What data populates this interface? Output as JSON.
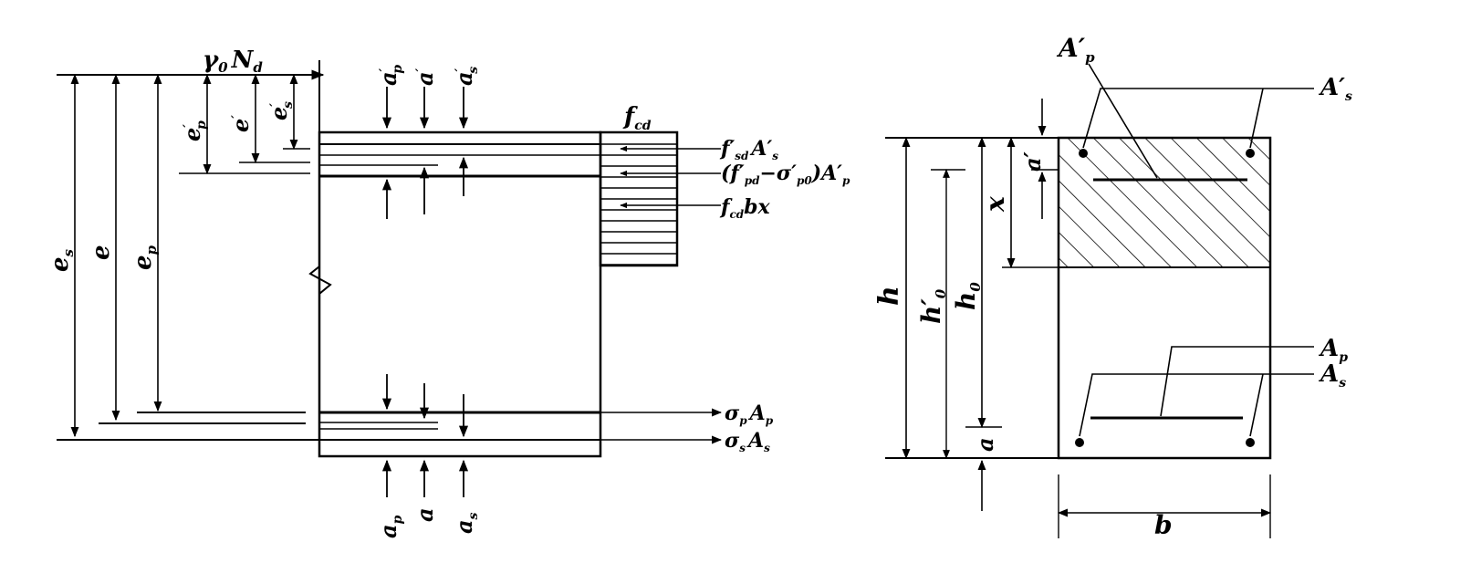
{
  "left_diagram": {
    "top_force": {
      "main": "γ",
      "sub1": "0",
      "main2": "N",
      "sub2": "d"
    },
    "dims": {
      "es": {
        "main": "e",
        "sub": "s"
      },
      "e": {
        "main": "e",
        "sub": ""
      },
      "ep": {
        "main": "e",
        "sub": "p"
      },
      "ep_prime": {
        "main": "e",
        "sub": "p",
        "prime": "′"
      },
      "e_prime": {
        "main": "e",
        "sub": "",
        "prime": "′"
      },
      "es_prime": {
        "main": "e",
        "sub": "s",
        "prime": "′"
      }
    },
    "top_cover": {
      "ap_prime": {
        "main": "a",
        "sub": "p",
        "prime": "′"
      },
      "a_prime": {
        "main": "a",
        "sub": "",
        "prime": "′"
      },
      "as_prime": {
        "main": "a",
        "sub": "s",
        "prime": "′"
      }
    },
    "bottom_cover": {
      "ap": {
        "main": "a",
        "sub": "p"
      },
      "a": {
        "main": "a",
        "sub": ""
      },
      "as": {
        "main": "a",
        "sub": "s"
      }
    },
    "stress_block": {
      "main": "f",
      "sub": "cd"
    },
    "forces_right": {
      "f1": {
        "t1": "f′",
        "s1": "sd",
        "t2": "A′",
        "s2": "s"
      },
      "f2": {
        "t1": "(f′",
        "s1": "pd",
        "t2": "−σ′",
        "s2": "p0",
        "t3": ")A′",
        "s3": "p"
      },
      "f3": {
        "t1": "f",
        "s1": "cd",
        "t2": "bx"
      },
      "f4": {
        "t1": "σ",
        "s1": "p",
        "t2": "A",
        "s2": "p"
      },
      "f5": {
        "t1": "σ",
        "s1": "s",
        "t2": "A",
        "s2": "s"
      }
    }
  },
  "right_diagram": {
    "Ap_prime": {
      "main": "A′",
      "sub": "p"
    },
    "As_prime": {
      "main": "A′",
      "sub": "s"
    },
    "Ap": {
      "main": "A",
      "sub": "p"
    },
    "As": {
      "main": "A",
      "sub": "s"
    },
    "h": "h",
    "h0_prime": {
      "main": "h′",
      "sub": "0"
    },
    "h0": {
      "main": "h",
      "sub": "0"
    },
    "x": "x",
    "a_prime": "a′",
    "a": "a",
    "b": "b"
  }
}
